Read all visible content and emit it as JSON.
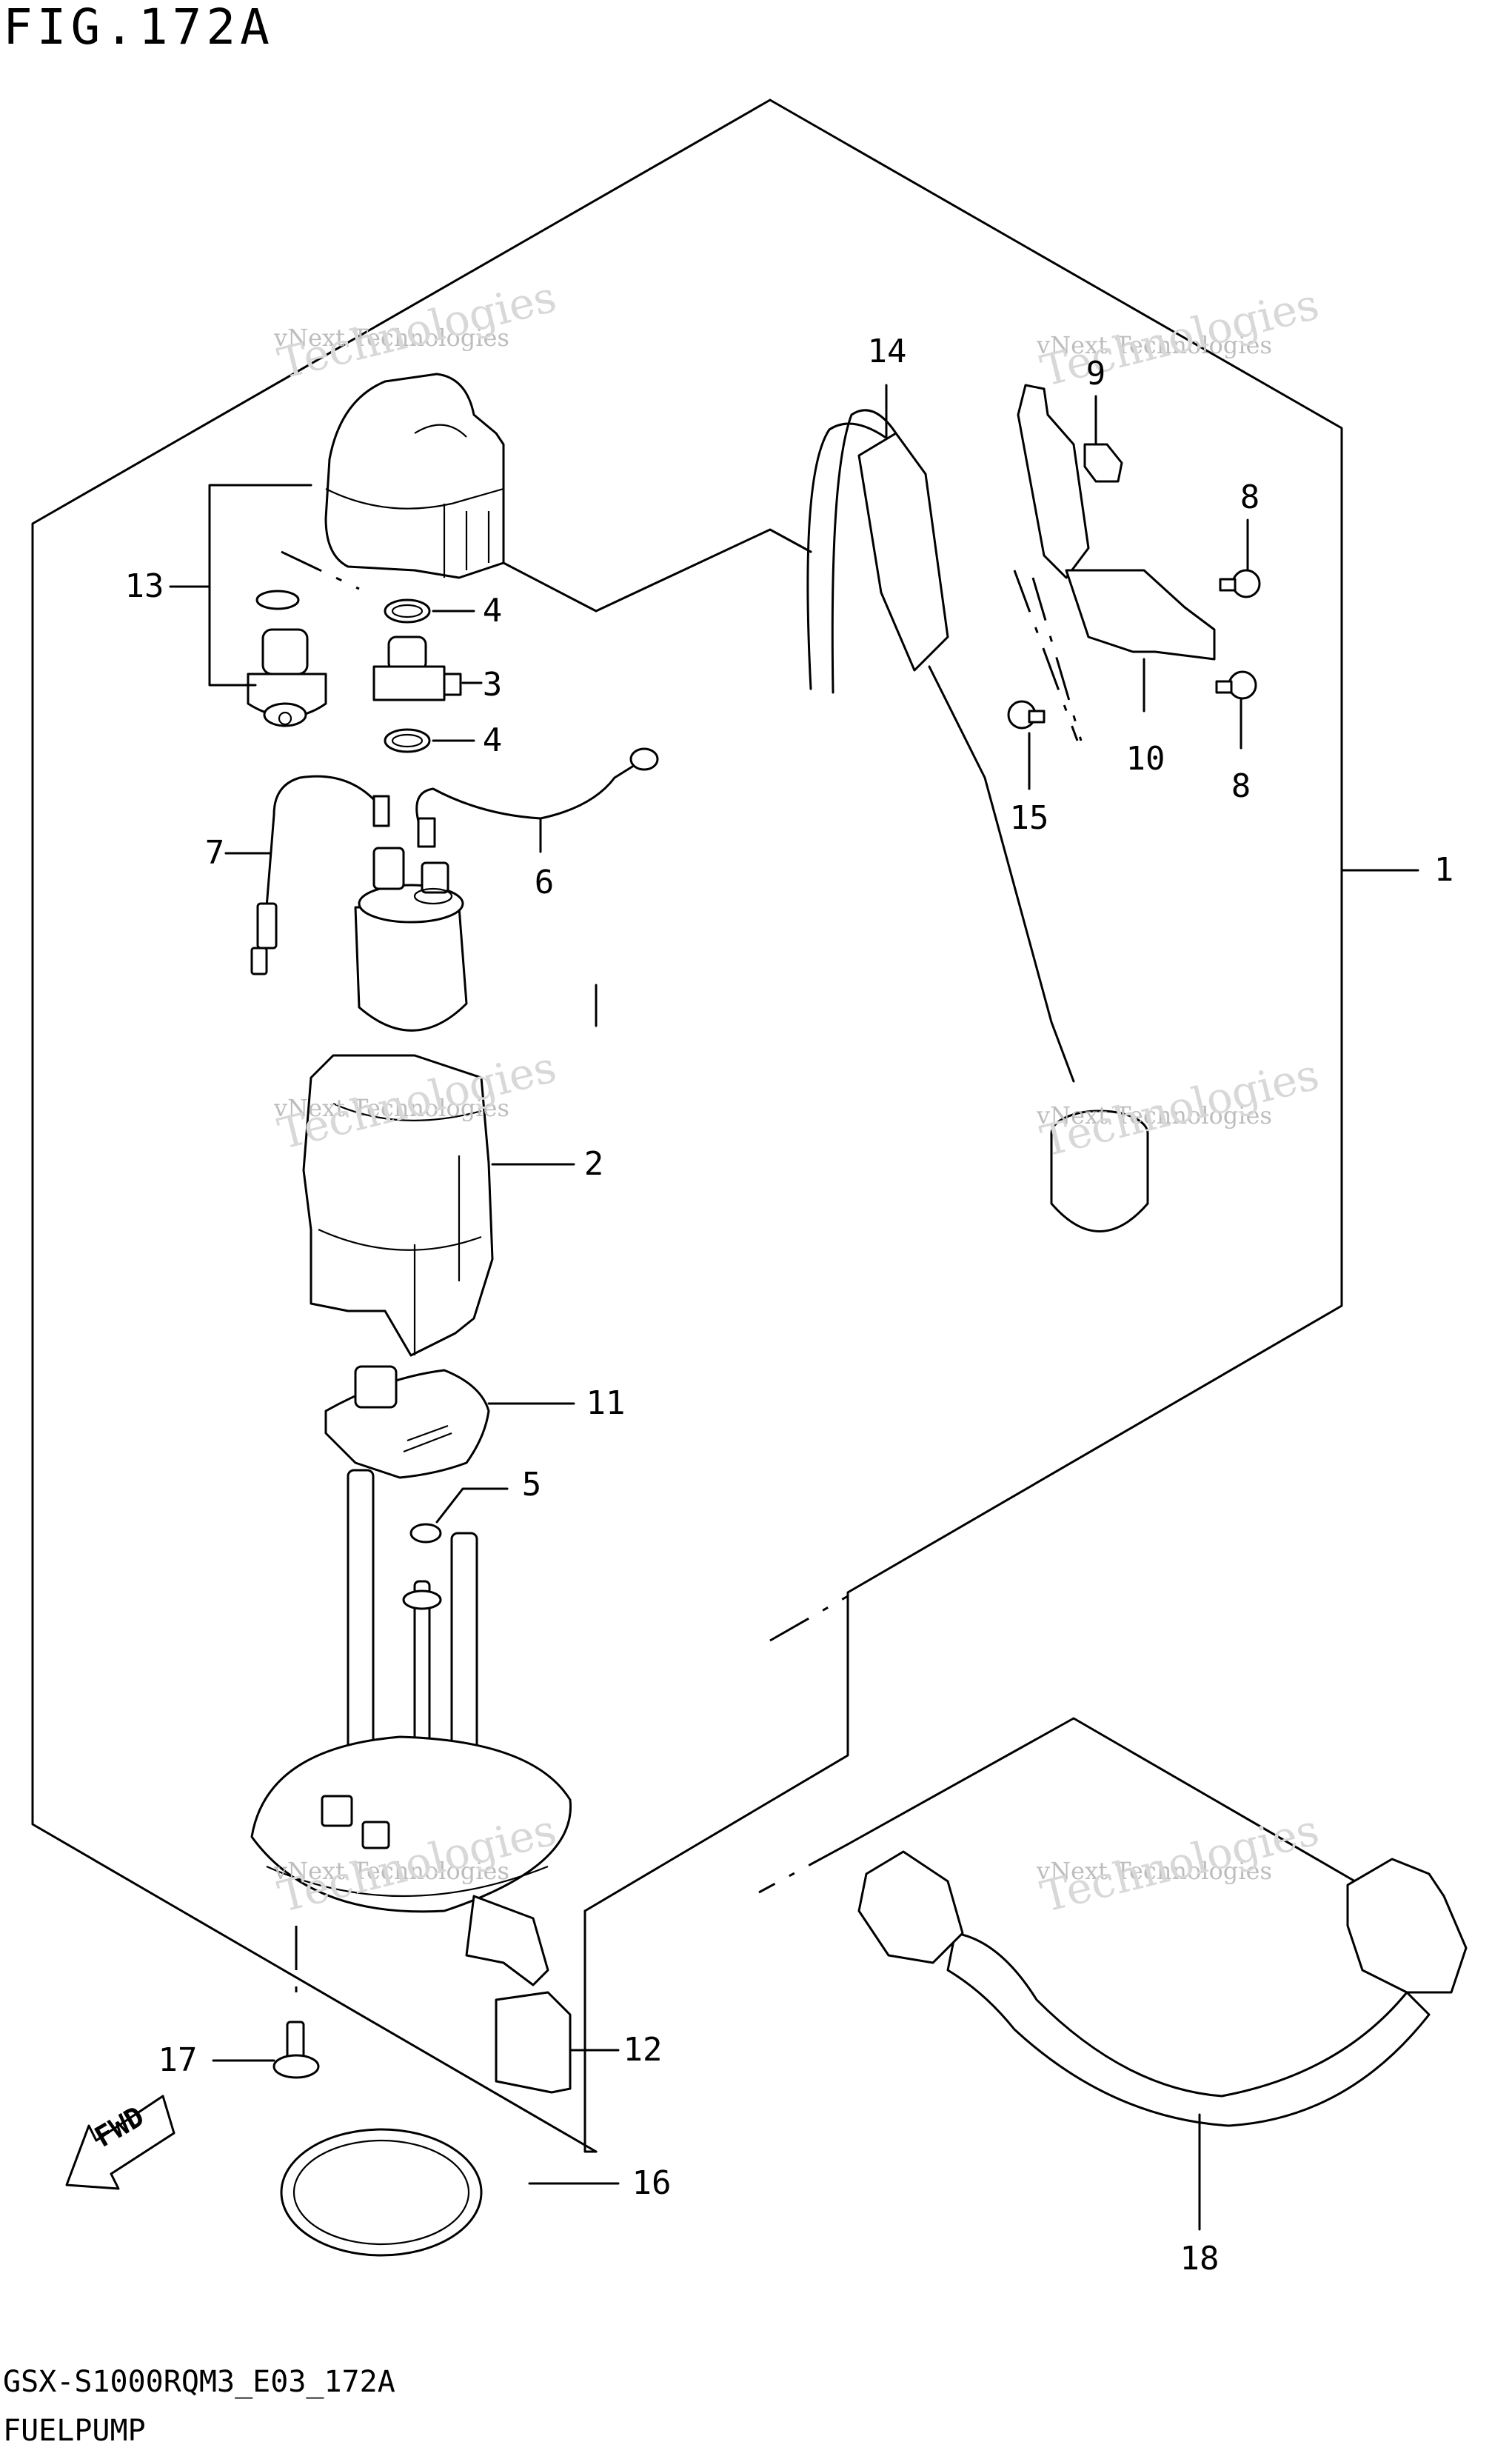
{
  "figure": {
    "title": "FIG.172A",
    "model_code": "GSX-S1000RQM3_E03_172A",
    "part_name": "FUELPUMP",
    "direction_label": "FWD"
  },
  "watermark": {
    "line1": "vNext Technologies",
    "line2": "Technologies"
  },
  "callouts": [
    {
      "id": "c1",
      "label": "1"
    },
    {
      "id": "c2",
      "label": "2"
    },
    {
      "id": "c3",
      "label": "3"
    },
    {
      "id": "c4a",
      "label": "4"
    },
    {
      "id": "c4b",
      "label": "4"
    },
    {
      "id": "c5",
      "label": "5"
    },
    {
      "id": "c6",
      "label": "6"
    },
    {
      "id": "c7",
      "label": "7"
    },
    {
      "id": "c8a",
      "label": "8"
    },
    {
      "id": "c8b",
      "label": "8"
    },
    {
      "id": "c9",
      "label": "9"
    },
    {
      "id": "c10",
      "label": "10"
    },
    {
      "id": "c11",
      "label": "11"
    },
    {
      "id": "c12",
      "label": "12"
    },
    {
      "id": "c13",
      "label": "13"
    },
    {
      "id": "c14",
      "label": "14"
    },
    {
      "id": "c15",
      "label": "15"
    },
    {
      "id": "c16",
      "label": "16"
    },
    {
      "id": "c17",
      "label": "17"
    },
    {
      "id": "c18",
      "label": "18"
    }
  ]
}
